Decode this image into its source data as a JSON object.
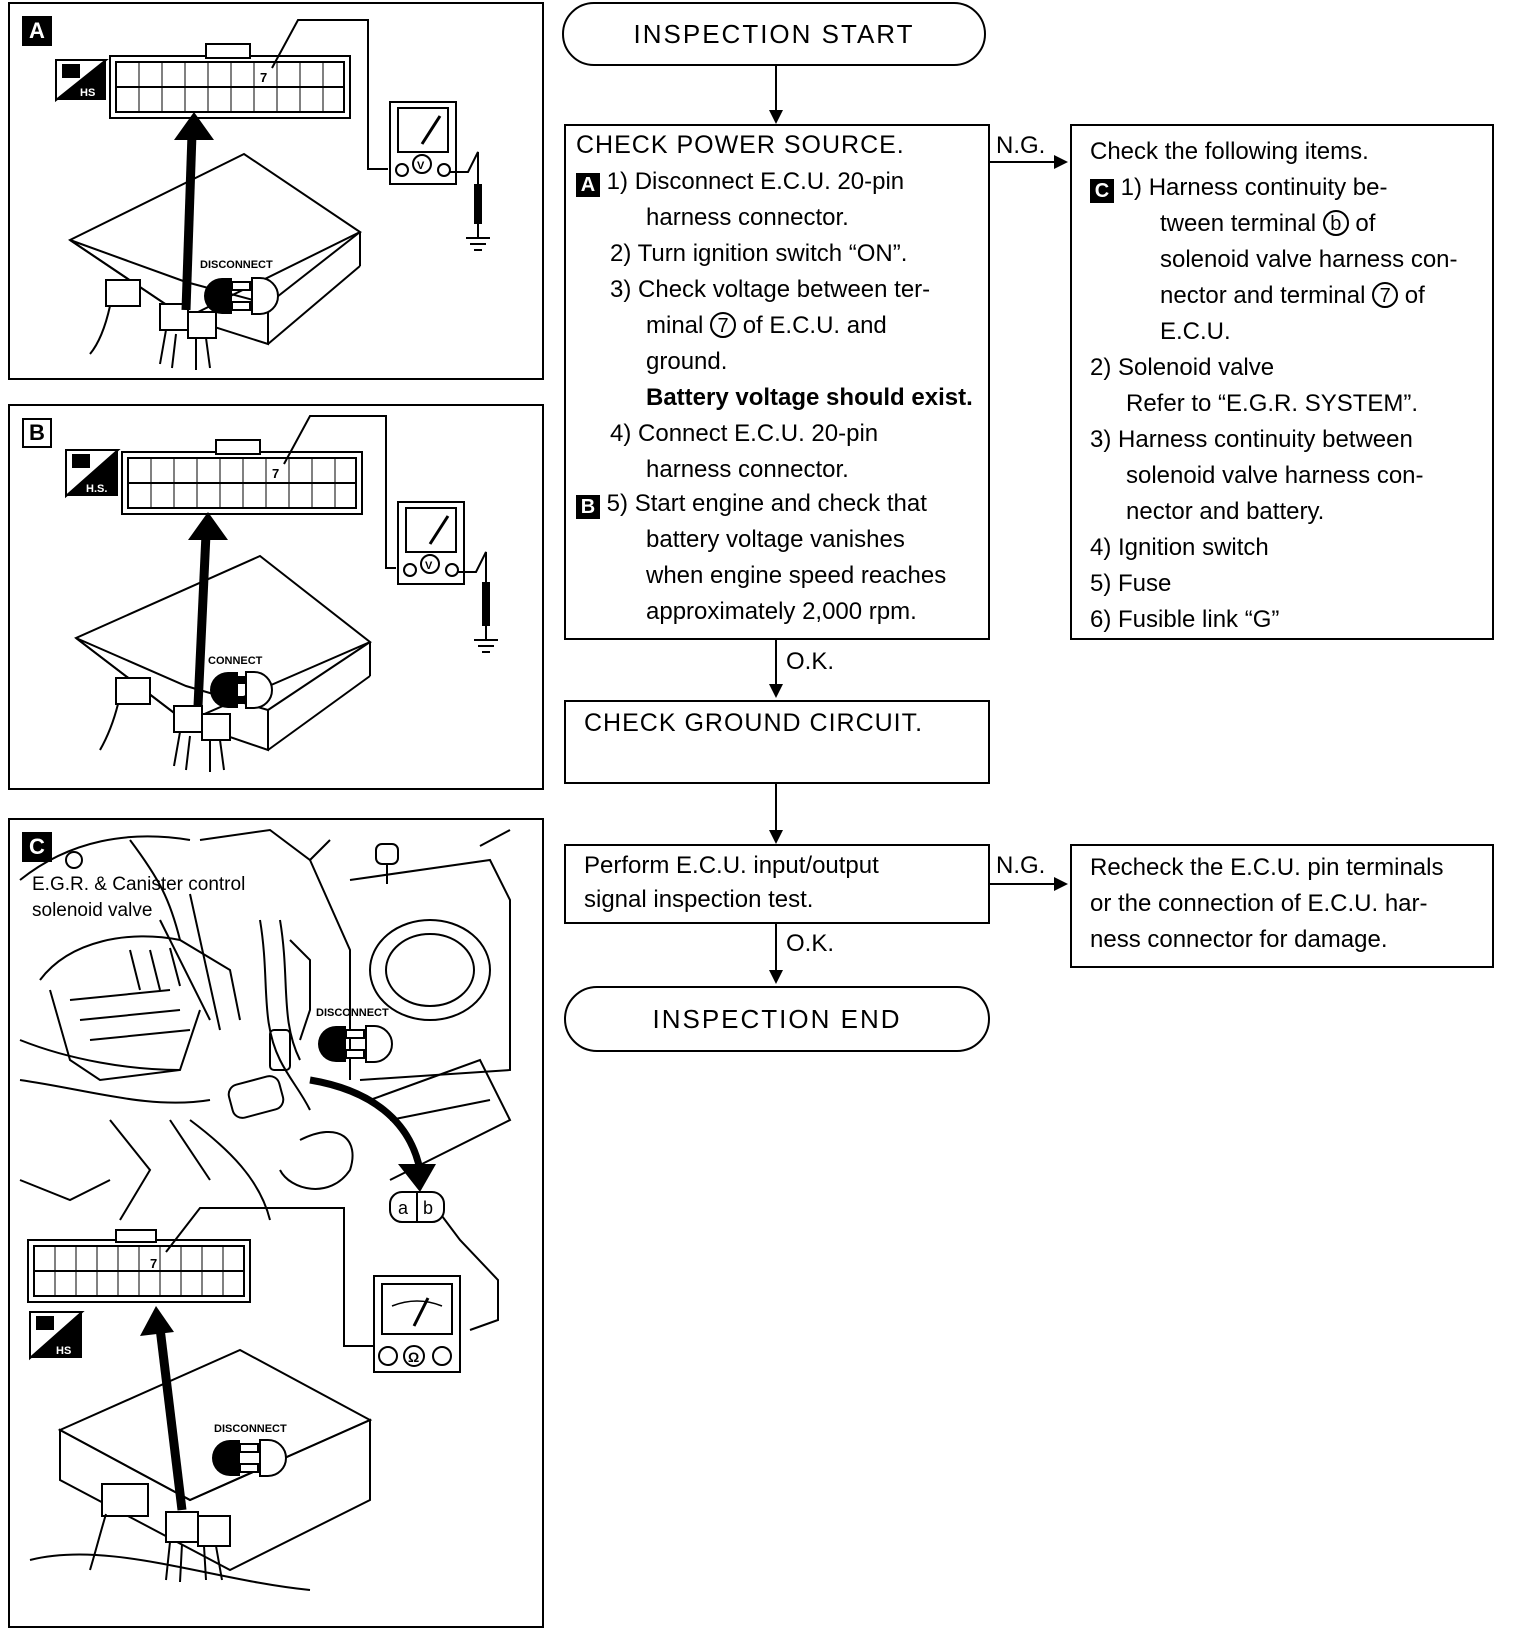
{
  "figures": {
    "a": {
      "tag": "A",
      "state_label": "DISCONNECT",
      "hs_label": "HS",
      "pin_number": "7",
      "meter_symbol": "V"
    },
    "b": {
      "tag": "B",
      "state_label": "CONNECT",
      "hs_label": "H.S.",
      "pin_number": "7",
      "meter_symbol": "V"
    },
    "c": {
      "tag": "C",
      "callout": [
        "E.G.R. & Canister control",
        "solenoid valve"
      ],
      "state_label_top": "DISCONNECT",
      "state_label_bottom": "DISCONNECT",
      "hs_label": "HS",
      "pin_number": "7",
      "meter_symbol": "Ω",
      "connector_a": "a",
      "connector_b": "b"
    }
  },
  "flow": {
    "start": "INSPECTION START",
    "step1": {
      "title": "CHECK POWER SOURCE.",
      "tag_a": "A",
      "tag_b": "B",
      "i1_num": "1)",
      "i1_l1": "Disconnect E.C.U. 20-pin",
      "i1_l2": "harness connector.",
      "i2": "2) Turn ignition switch “ON”.",
      "i3_l1": "3) Check voltage between ter-",
      "i3_l2a": "minal",
      "i3_term": "7",
      "i3_l2b": "of E.C.U. and",
      "i3_l3": "ground.",
      "i3_bold": "Battery voltage should exist.",
      "i4_l1": "4) Connect E.C.U. 20-pin",
      "i4_l2": "harness connector.",
      "i5_num": "5)",
      "i5_l1": "Start engine and check that",
      "i5_l2": "battery voltage vanishes",
      "i5_l3": "when engine speed reaches",
      "i5_l4": "approximately 2,000 rpm."
    },
    "ng1": "N.G.",
    "check_items": {
      "title": "Check the following items.",
      "tag_c": "C",
      "i1_num": "1)",
      "i1_l1": "Harness continuity be-",
      "i1_l2a": "tween terminal",
      "i1_term": "b",
      "i1_l2b": "of",
      "i1_l3": "solenoid valve harness con-",
      "i1_l4a": "nector and terminal",
      "i1_term2": "7",
      "i1_l4b": "of",
      "i1_l5": "E.C.U.",
      "i2_l1": "2) Solenoid valve",
      "i2_l2": "Refer to “E.G.R. SYSTEM”.",
      "i3_l1": "3) Harness continuity between",
      "i3_l2": "solenoid valve harness con-",
      "i3_l3": "nector and battery.",
      "i4": "4) Ignition switch",
      "i5": "5) Fuse",
      "i6": "6) Fusible link “G”"
    },
    "ok1": "O.K.",
    "step2": "CHECK GROUND CIRCUIT.",
    "step3_l1": "Perform E.C.U. input/output",
    "step3_l2": "signal inspection test.",
    "ng2": "N.G.",
    "recheck_l1": "Recheck the E.C.U. pin terminals",
    "recheck_l2": "or the connection of E.C.U. har-",
    "recheck_l3": "ness connector for damage.",
    "ok2": "O.K.",
    "end": "INSPECTION END"
  }
}
